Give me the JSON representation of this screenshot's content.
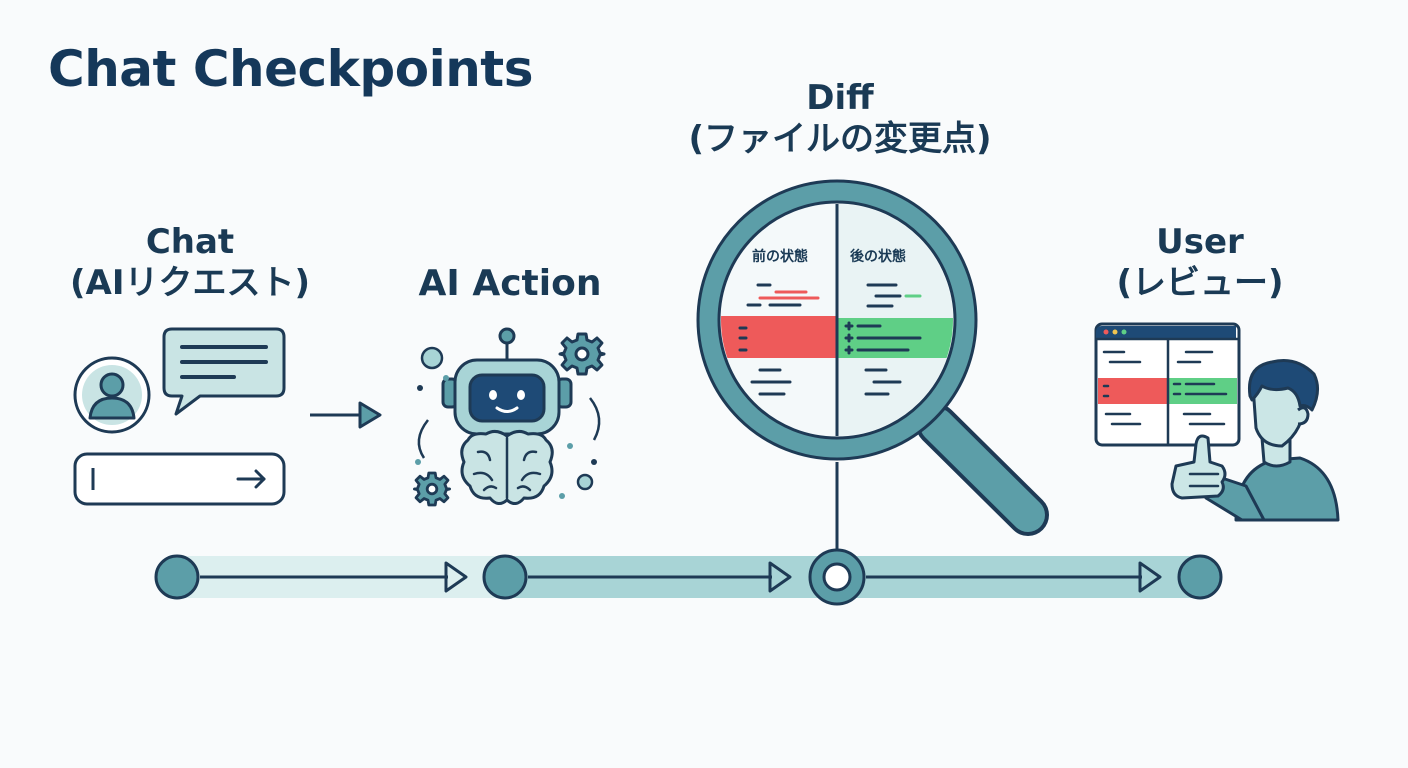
{
  "title": "Chat Checkpoints",
  "steps": {
    "chat": {
      "line1": "Chat",
      "line2": "(AIリクエスト)"
    },
    "ai": {
      "line1": "AI Action"
    },
    "diff": {
      "line1": "Diff",
      "line2": "(ファイルの変更点)",
      "before_label": "前の状態",
      "after_label": "後の状態"
    },
    "user": {
      "line1": "User",
      "line2": "(レビュー)"
    }
  },
  "colors": {
    "text": "#1a3a55",
    "teal": "#5c9ea8",
    "teal_light": "#a8d4d6",
    "removed": "#ee5a5a",
    "added": "#5fcf86",
    "outline": "#1e3a55"
  },
  "icons": [
    "user-avatar-icon",
    "chat-bubble-icon",
    "text-input-icon",
    "arrow-right-icon",
    "robot-icon",
    "gear-icon",
    "magnifier-icon",
    "code-window-icon",
    "thumbs-up-person-icon"
  ]
}
